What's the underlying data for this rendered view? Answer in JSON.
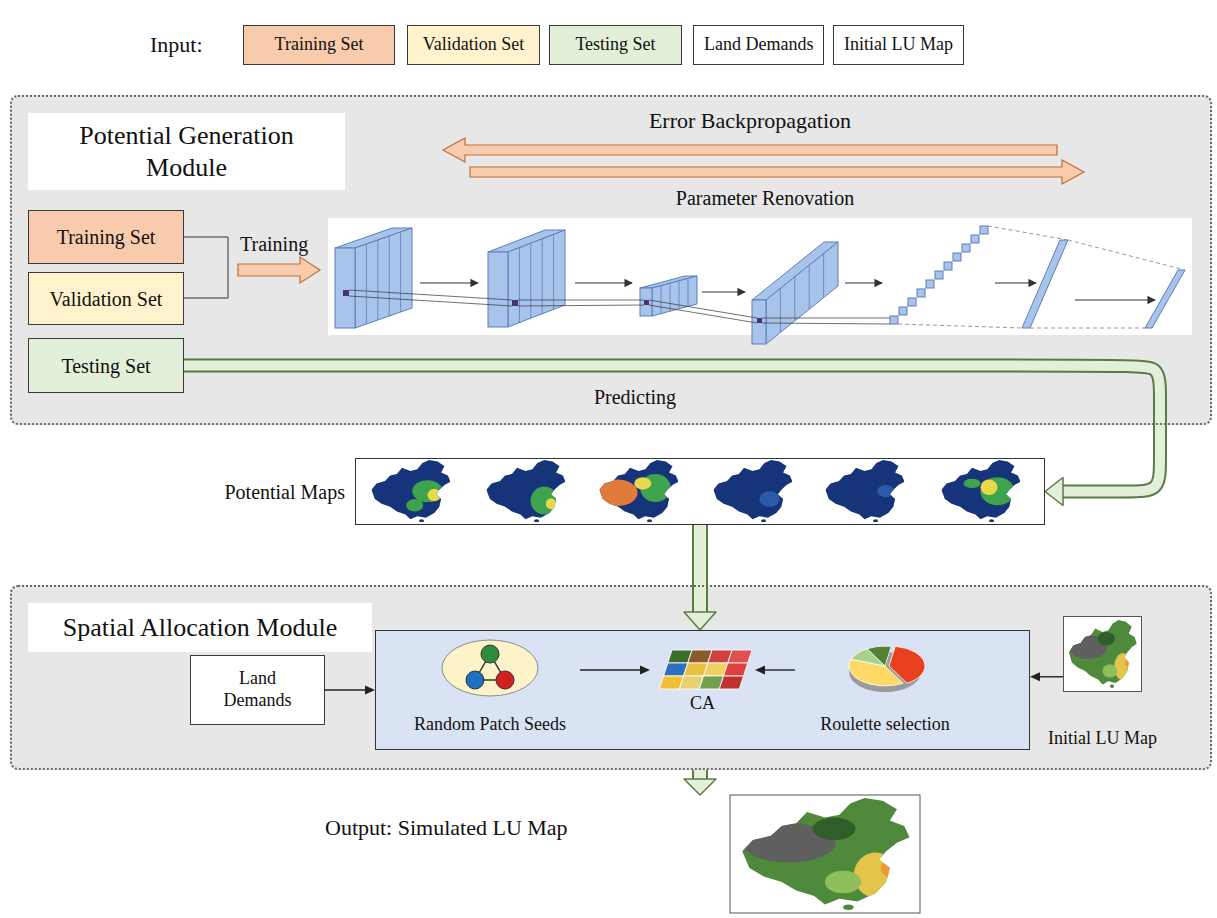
{
  "diagram": {
    "nodes": [
      {
        "text": [
          "Training Set"
        ]
      },
      {
        "text": [
          "Validation Set"
        ]
      },
      {
        "text": [
          "Testing Set"
        ]
      },
      {
        "text": [
          "Land Demands"
        ]
      },
      {
        "text": [
          "Initial LU Map"
        ]
      },
      {
        "text": [
          "Potential Generation Module"
        ]
      },
      {
        "text": [
          "Training Set"
        ],
        "in": 5
      },
      {
        "text": [
          "Validation Set"
        ],
        "in": 5
      },
      {
        "text": [
          "Testing Set"
        ],
        "in": 5
      },
      {
        "text": [
          "Potential Maps"
        ]
      },
      {
        "text": [
          "Spatial Allocation Module"
        ]
      },
      {
        "text": [
          "Land Demands"
        ],
        "in": 10
      },
      {
        "text": [],
        "in": 10
      },
      {
        "text": [
          "Random Patch Seeds"
        ],
        "in": 12
      },
      {
        "text": [
          "CA"
        ],
        "in": 12
      },
      {
        "text": [
          "Roulette selection"
        ],
        "in": 12
      },
      {
        "text": [
          "Initial LU Map"
        ],
        "in": 10
      },
      {
        "text": [
          "Output: Simulated LU Map"
        ]
      }
    ],
    "edges": [
      {
        "from": 8,
        "to": 9,
        "arrow": "to",
        "label": "Predicting"
      },
      {
        "from": 9,
        "to": 12,
        "arrow": "to"
      },
      {
        "from": 11,
        "to": 12,
        "arrow": "to"
      },
      {
        "from": 13,
        "to": 14,
        "arrow": "to"
      },
      {
        "from": 15,
        "to": 14,
        "arrow": "to"
      },
      {
        "from": 16,
        "to": 12,
        "arrow": "to"
      },
      {
        "from": 10,
        "to": 17,
        "arrow": "to"
      }
    ],
    "labels": [
      "Input:",
      "Training",
      "Error Backpropagation",
      "Parameter Renovation"
    ]
  }
}
